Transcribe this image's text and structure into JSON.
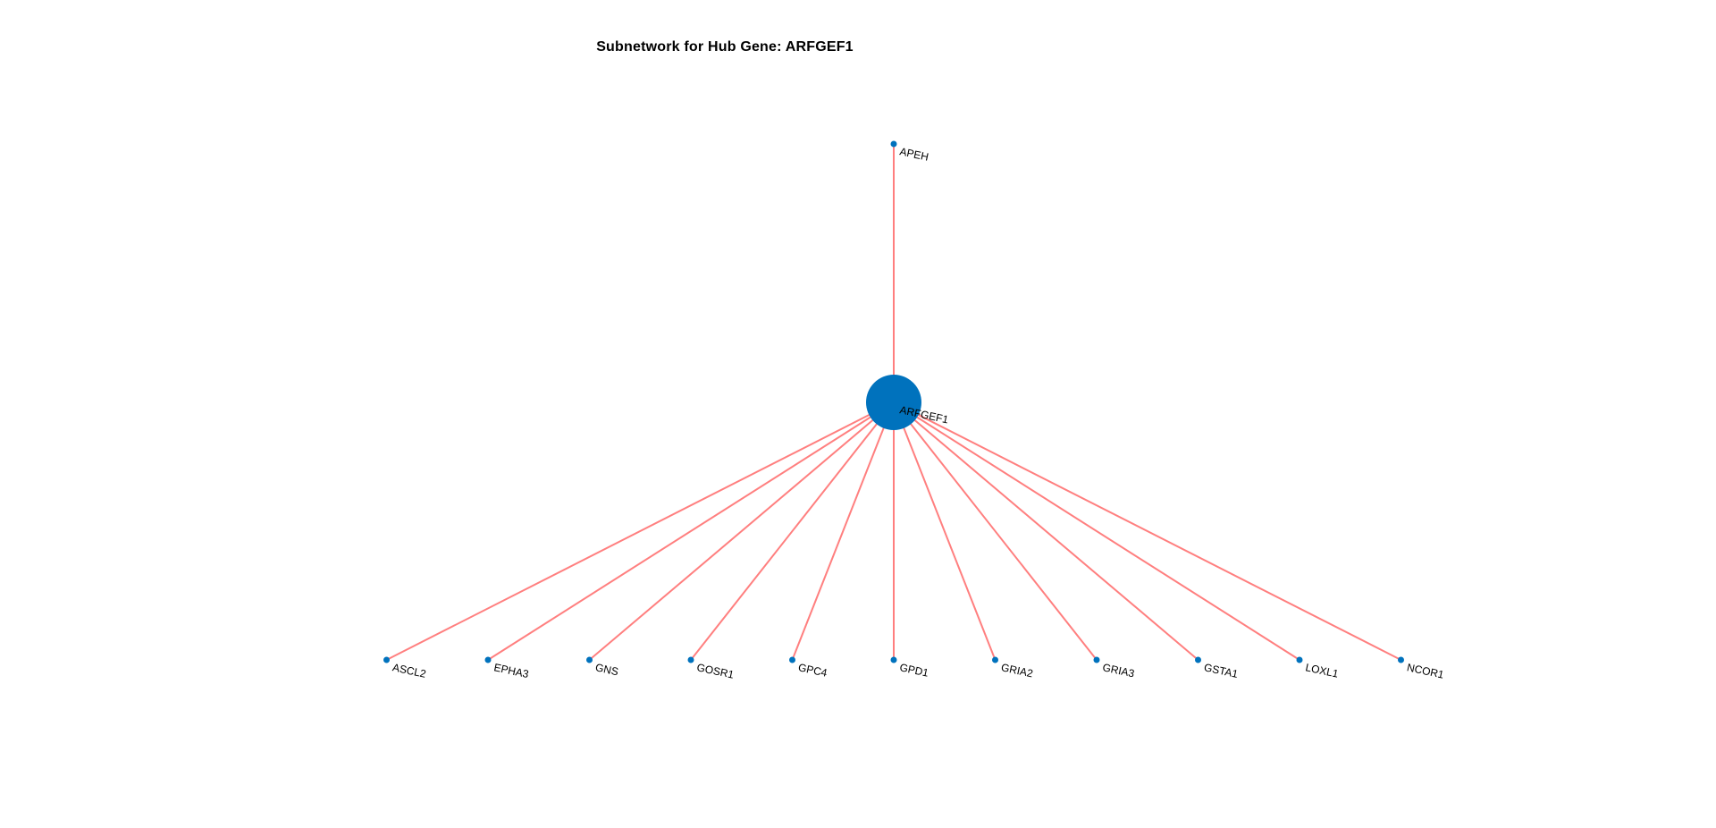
{
  "title": "Subnetwork for Hub Gene: ARFGEF1",
  "colors": {
    "node": "#0072BD",
    "edge": "#FF7F7F",
    "background": "#FFFFFF"
  },
  "graph": {
    "hub": "ARFGEF1",
    "nodes": [
      "ARFGEF1",
      "APEH",
      "ASCL2",
      "EPHA3",
      "GNS",
      "GOSR1",
      "GPC4",
      "GPD1",
      "GRIA2",
      "GRIA3",
      "GSTA1",
      "LOXL1",
      "NCOR1"
    ],
    "edges": [
      [
        "ARFGEF1",
        "APEH"
      ],
      [
        "ARFGEF1",
        "ASCL2"
      ],
      [
        "ARFGEF1",
        "EPHA3"
      ],
      [
        "ARFGEF1",
        "GNS"
      ],
      [
        "ARFGEF1",
        "GOSR1"
      ],
      [
        "ARFGEF1",
        "GPC4"
      ],
      [
        "ARFGEF1",
        "GPD1"
      ],
      [
        "ARFGEF1",
        "GRIA2"
      ],
      [
        "ARFGEF1",
        "GRIA3"
      ],
      [
        "ARFGEF1",
        "GSTA1"
      ],
      [
        "ARFGEF1",
        "LOXL1"
      ],
      [
        "ARFGEF1",
        "NCOR1"
      ]
    ]
  }
}
